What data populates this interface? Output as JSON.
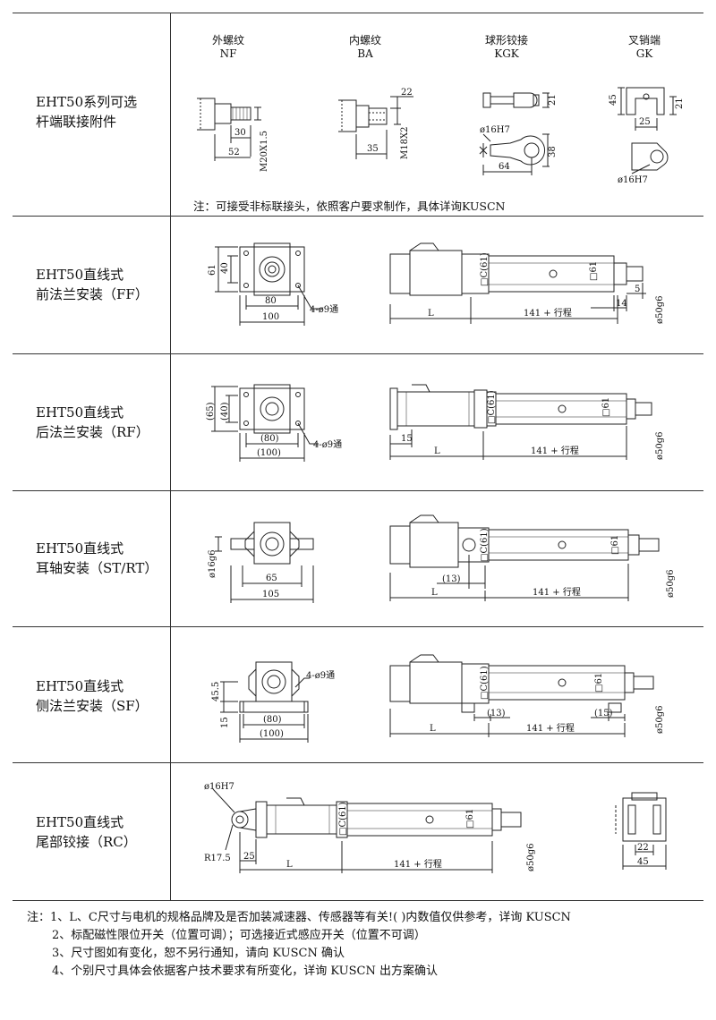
{
  "attachments": {
    "row_label": [
      "EHT50系列可选",
      "杆端联接附件"
    ],
    "headers": [
      {
        "cn": "外螺纹",
        "en": "NF"
      },
      {
        "cn": "内螺纹",
        "en": "BA"
      },
      {
        "cn": "球形铰接",
        "en": "KGK"
      },
      {
        "cn": "叉销端",
        "en": "GK"
      }
    ],
    "nf_dims": {
      "a": "30",
      "b": "52",
      "thread": "M20X1.5"
    },
    "ba_dims": {
      "a": "22",
      "b": "35",
      "thread": "M18X2"
    },
    "kgk_dims": {
      "a": "21",
      "bore": "ø16H7",
      "b": "38",
      "c": "64"
    },
    "gk_dims": {
      "a": "45",
      "b": "21",
      "c": "25",
      "bore": "ø16H7"
    },
    "note": "注：可接受非标联接头，依照客户要求制作，具体详询KUSCN"
  },
  "rows": [
    {
      "label": [
        "EHT50直线式",
        "前法兰安装（FF）"
      ],
      "dims": {
        "h1": "61",
        "h2": "40",
        "w1": "80",
        "w2": "100",
        "holes": "4-ø9通",
        "l": "L",
        "stroke": "141 + 行程",
        "c": "□C(61)",
        "sq": "□61",
        "d14": "14",
        "d5": "5",
        "dia": "ø50g6"
      }
    },
    {
      "label": [
        "EHT50直线式",
        "后法兰安装（RF）"
      ],
      "dims": {
        "h1": "(65)",
        "h2": "(40)",
        "w1": "(80)",
        "w2": "(100)",
        "holes": "4-ø9通",
        "l": "L",
        "stroke": "141 + 行程",
        "c": "□C(61)",
        "sq": "□61",
        "d15": "15",
        "dia": "ø50g6"
      }
    },
    {
      "label": [
        "EHT50直线式",
        "耳轴安装（ST/RT）"
      ],
      "dims": {
        "dia16": "ø16g6",
        "w1": "65",
        "w2": "105",
        "l": "L",
        "stroke": "141 + 行程",
        "c": "□C(61)",
        "sq": "□61",
        "d13": "(13)",
        "dia": "ø50g6"
      }
    },
    {
      "label": [
        "EHT50直线式",
        "侧法兰安装（SF）"
      ],
      "dims": {
        "h1": "45.5",
        "h2": "15",
        "w1": "(80)",
        "w2": "(100)",
        "holes": "4-ø9通",
        "l": "L",
        "stroke": "141 + 行程",
        "c": "□C(61)",
        "sq": "□61",
        "d13": "(13)",
        "d15": "(15)",
        "dia": "ø50g6"
      }
    },
    {
      "label": [
        "EHT50直线式",
        "尾部铰接（RC）"
      ],
      "dims": {
        "bore": "ø16H7",
        "r": "R17.5",
        "d25": "25",
        "l": "L",
        "stroke": "141 + 行程",
        "c": "□C(61)",
        "sq": "□61",
        "dia": "ø50g6",
        "d22": "22",
        "d45": "45"
      }
    }
  ],
  "footer": [
    "注：1、L、C尺寸与电机的规格品牌及是否加装减速器、传感器等有关!( )内数值仅供参考，详询 KUSCN",
    "2、标配磁性限位开关（位置可调）；可选接近式感应开关（位置不可调）",
    "3、尺寸图如有变化，恕不另行通知，请向 KUSCN 确认",
    "4、个别尺寸具体会依据客户技术要求有所变化，详询 KUSCN 出方案确认"
  ]
}
